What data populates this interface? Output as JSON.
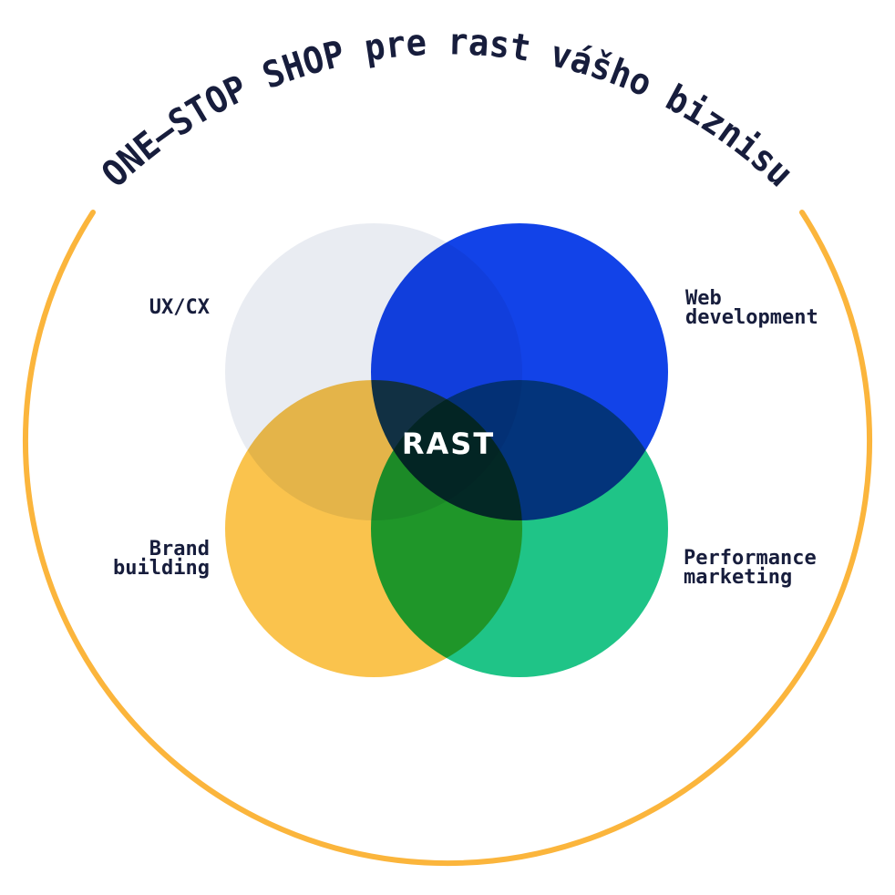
{
  "title": "ONE–STOP SHOP pre rast vášho biznisu",
  "center": {
    "label": "RAST"
  },
  "services": [
    {
      "name": "UX/CX",
      "lines": [
        "UX/CX",
        ""
      ],
      "color": "#E9ECF2",
      "position": "top-left"
    },
    {
      "name": "Web development",
      "lines": [
        "Web",
        "development"
      ],
      "color": "#1243E8",
      "position": "top-right"
    },
    {
      "name": "Brand building",
      "lines": [
        "Brand",
        "building"
      ],
      "color": "#FAC34D",
      "position": "bottom-left"
    },
    {
      "name": "Performance marketing",
      "lines": [
        "Performance",
        "marketing"
      ],
      "color": "#1FC487",
      "position": "bottom-right"
    }
  ],
  "colors": {
    "ring": "#FBB53C",
    "text": "#171D3C",
    "center_text": "#FFFFFF",
    "background": "#FFFFFF"
  }
}
